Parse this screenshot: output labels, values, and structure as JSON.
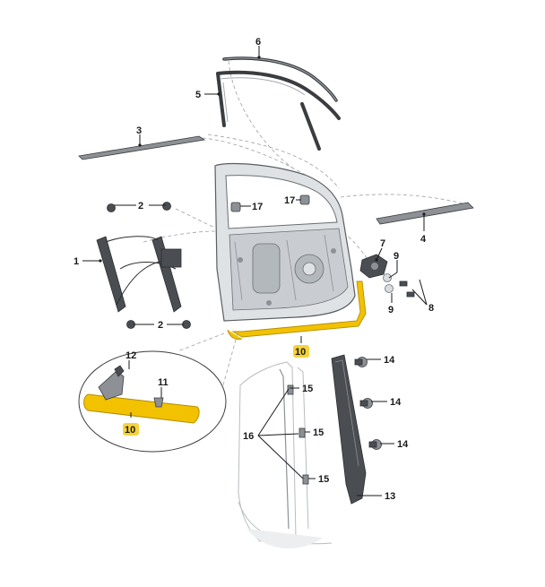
{
  "labels": {
    "l1": "1",
    "l2a": "2",
    "l2b": "2",
    "l3": "3",
    "l4": "4",
    "l5": "5",
    "l6": "6",
    "l7": "7",
    "l8": "8",
    "l9a": "9",
    "l9b": "9",
    "l10a": "10",
    "l10b": "10",
    "l11": "11",
    "l12": "12",
    "l13": "13",
    "l14a": "14",
    "l14b": "14",
    "l14c": "14",
    "l15a": "15",
    "l15b": "15",
    "l15c": "15",
    "l16": "16",
    "l17a": "17",
    "l17b": "17"
  },
  "colors": {
    "highlight": "#f2c200",
    "highlight_stroke": "#b38f00",
    "label_bg": "#f5d33a",
    "parts_dark": "#4a4e52",
    "door_panel": "#dfe2e5"
  }
}
